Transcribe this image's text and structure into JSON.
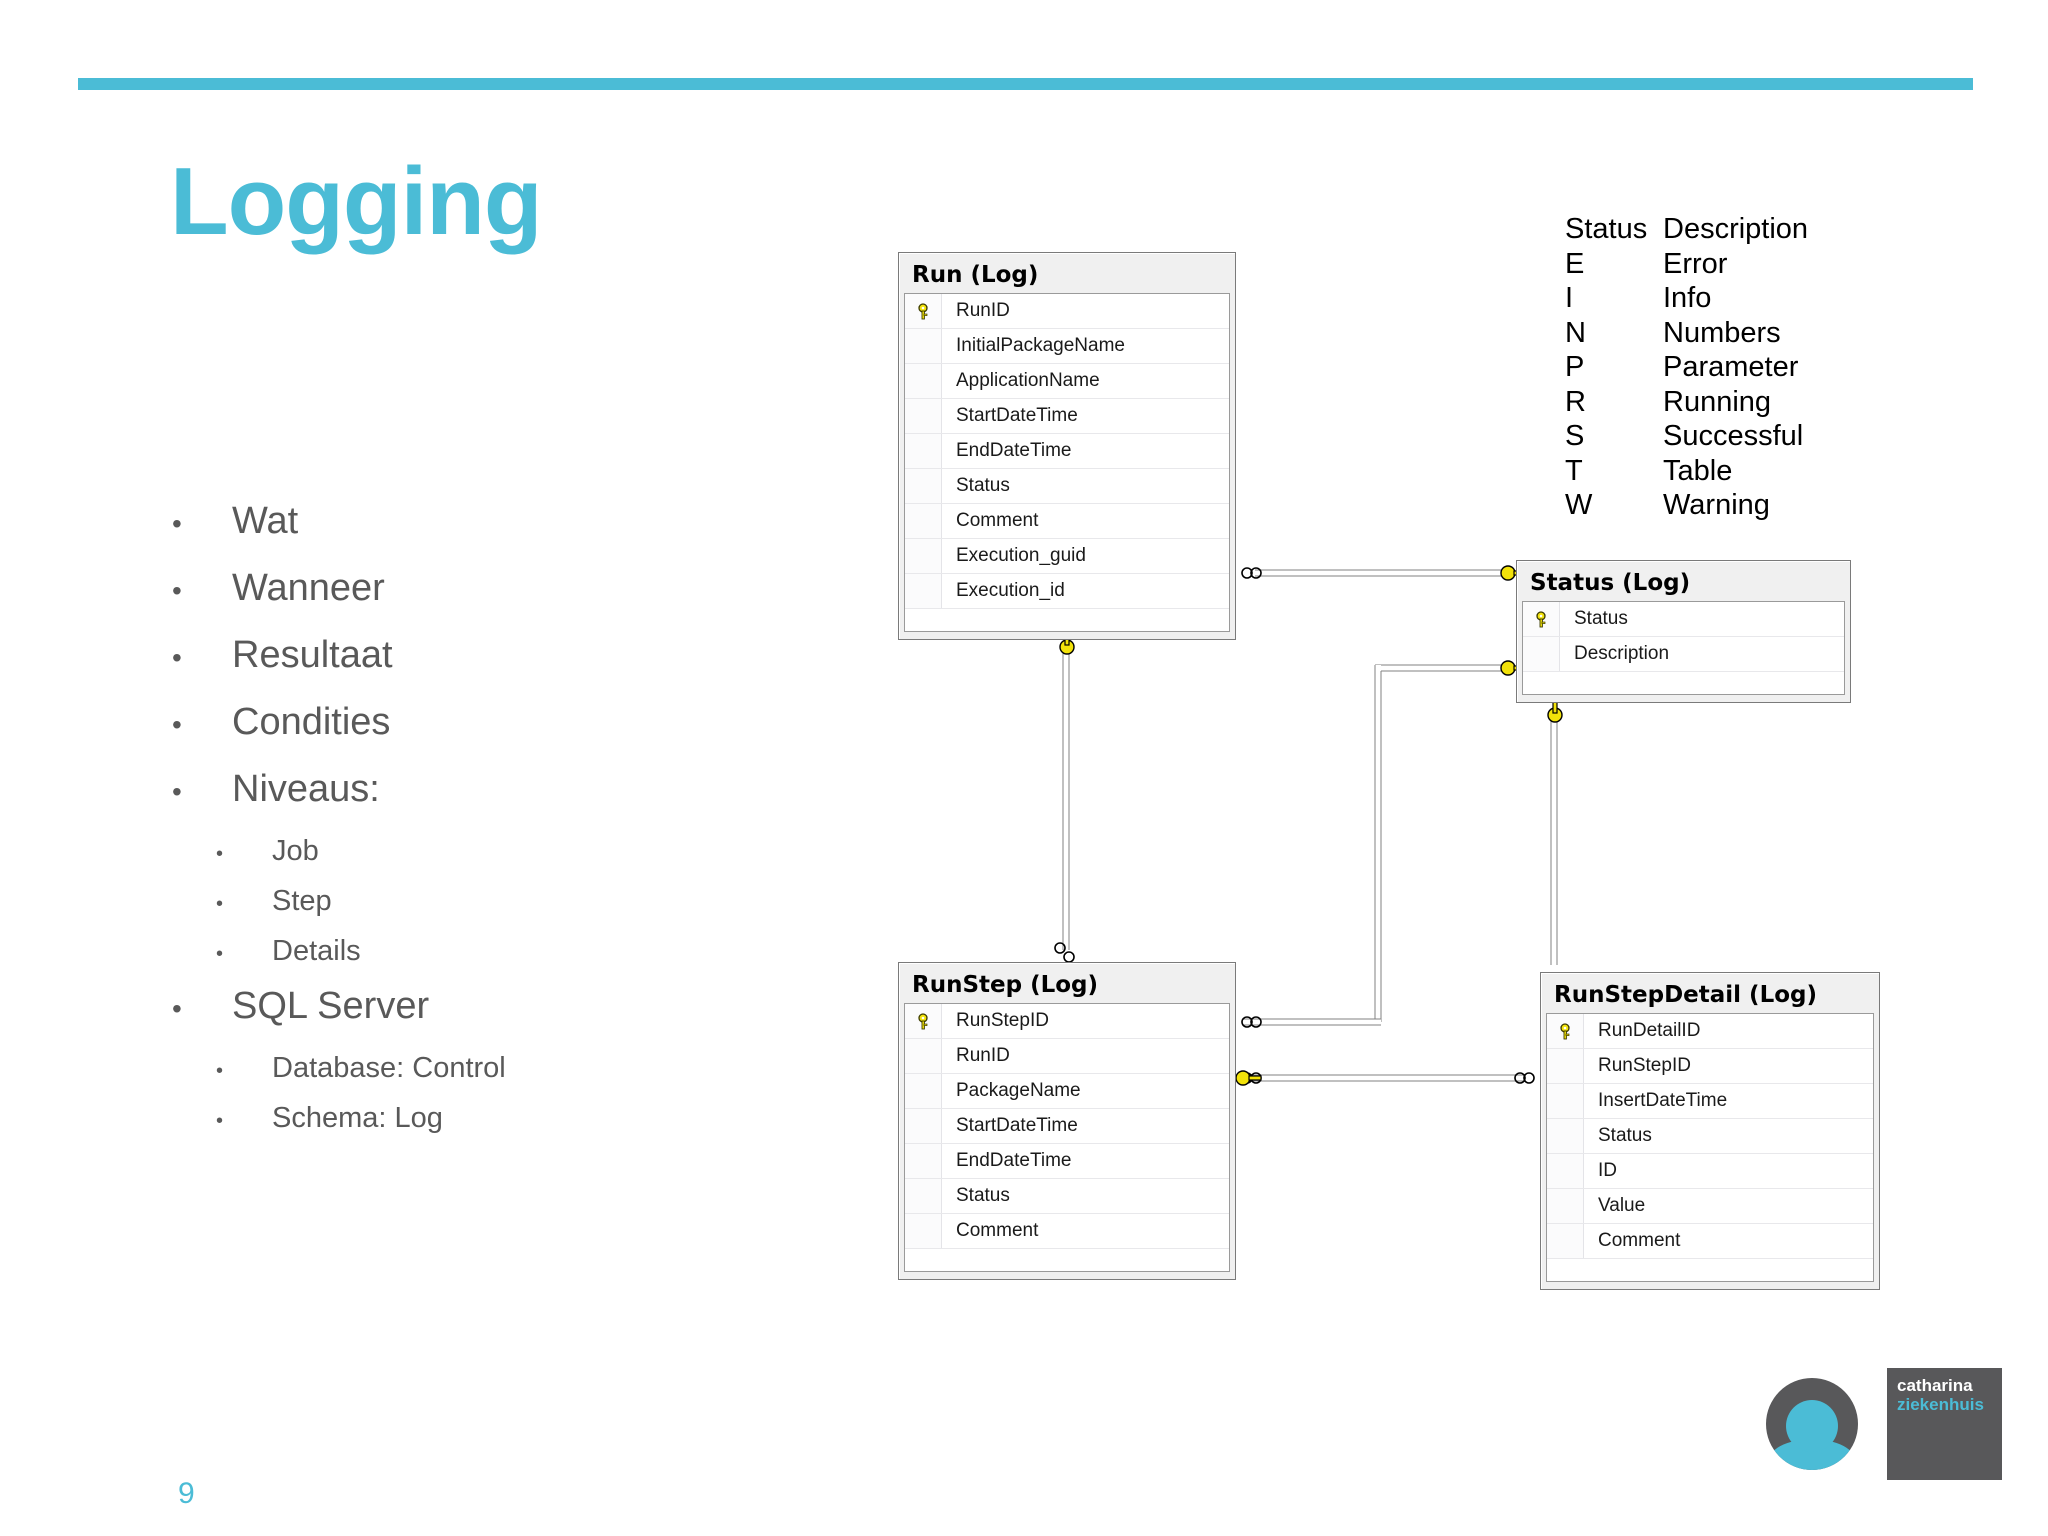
{
  "slide": {
    "title": "Logging",
    "page_number": "9",
    "accent_color": "#4BBCD6",
    "text_color": "#595959"
  },
  "bullets": [
    {
      "level": 1,
      "text": "Wat"
    },
    {
      "level": 1,
      "text": "Wanneer"
    },
    {
      "level": 1,
      "text": "Resultaat"
    },
    {
      "level": 1,
      "text": "Condities"
    },
    {
      "level": 1,
      "text": "Niveaus:"
    },
    {
      "level": 2,
      "text": "Job"
    },
    {
      "level": 2,
      "text": "Step"
    },
    {
      "level": 2,
      "text": "Details"
    },
    {
      "level": 1,
      "text": "SQL Server"
    },
    {
      "level": 2,
      "text": "Database: Control"
    },
    {
      "level": 2,
      "text": "Schema: Log"
    }
  ],
  "legend": {
    "header": {
      "code": "Status",
      "description": "Description"
    },
    "rows": [
      {
        "code": "E",
        "description": "Error"
      },
      {
        "code": "I",
        "description": "Info"
      },
      {
        "code": "N",
        "description": "Numbers"
      },
      {
        "code": "P",
        "description": "Parameter"
      },
      {
        "code": "R",
        "description": "Running"
      },
      {
        "code": "S",
        "description": "Successful"
      },
      {
        "code": "T",
        "description": "Table"
      },
      {
        "code": "W",
        "description": "Warning"
      }
    ]
  },
  "diagram": {
    "tables": [
      {
        "id": "run",
        "title": "Run (Log)",
        "fields": [
          {
            "name": "RunID",
            "key": true
          },
          {
            "name": "InitialPackageName",
            "key": false
          },
          {
            "name": "ApplicationName",
            "key": false
          },
          {
            "name": "StartDateTime",
            "key": false
          },
          {
            "name": "EndDateTime",
            "key": false
          },
          {
            "name": "Status",
            "key": false
          },
          {
            "name": "Comment",
            "key": false
          },
          {
            "name": "Execution_guid",
            "key": false
          },
          {
            "name": "Execution_id",
            "key": false
          }
        ]
      },
      {
        "id": "status",
        "title": "Status (Log)",
        "fields": [
          {
            "name": "Status",
            "key": true
          },
          {
            "name": "Description",
            "key": false
          }
        ]
      },
      {
        "id": "runstep",
        "title": "RunStep (Log)",
        "fields": [
          {
            "name": "RunStepID",
            "key": true
          },
          {
            "name": "RunID",
            "key": false
          },
          {
            "name": "PackageName",
            "key": false
          },
          {
            "name": "StartDateTime",
            "key": false
          },
          {
            "name": "EndDateTime",
            "key": false
          },
          {
            "name": "Status",
            "key": false
          },
          {
            "name": "Comment",
            "key": false
          }
        ]
      },
      {
        "id": "runstepdetail",
        "title": "RunStepDetail (Log)",
        "fields": [
          {
            "name": "RunDetailID",
            "key": true
          },
          {
            "name": "RunStepID",
            "key": false
          },
          {
            "name": "InsertDateTime",
            "key": false
          },
          {
            "name": "Status",
            "key": false
          },
          {
            "name": "ID",
            "key": false
          },
          {
            "name": "Value",
            "key": false
          },
          {
            "name": "Comment",
            "key": false
          }
        ]
      }
    ],
    "relationships": [
      {
        "from": "run.Status",
        "to": "status.Status"
      },
      {
        "from": "runstep.Status",
        "to": "status.Status"
      },
      {
        "from": "runstepdetail.Status",
        "to": "status.Status"
      },
      {
        "from": "run.RunID",
        "to": "runstep.RunID"
      },
      {
        "from": "runstep.RunStepID",
        "to": "runstepdetail.RunStepID"
      }
    ]
  },
  "logos": {
    "brand_line1": "catharina",
    "brand_line2": "ziekenhuis"
  }
}
